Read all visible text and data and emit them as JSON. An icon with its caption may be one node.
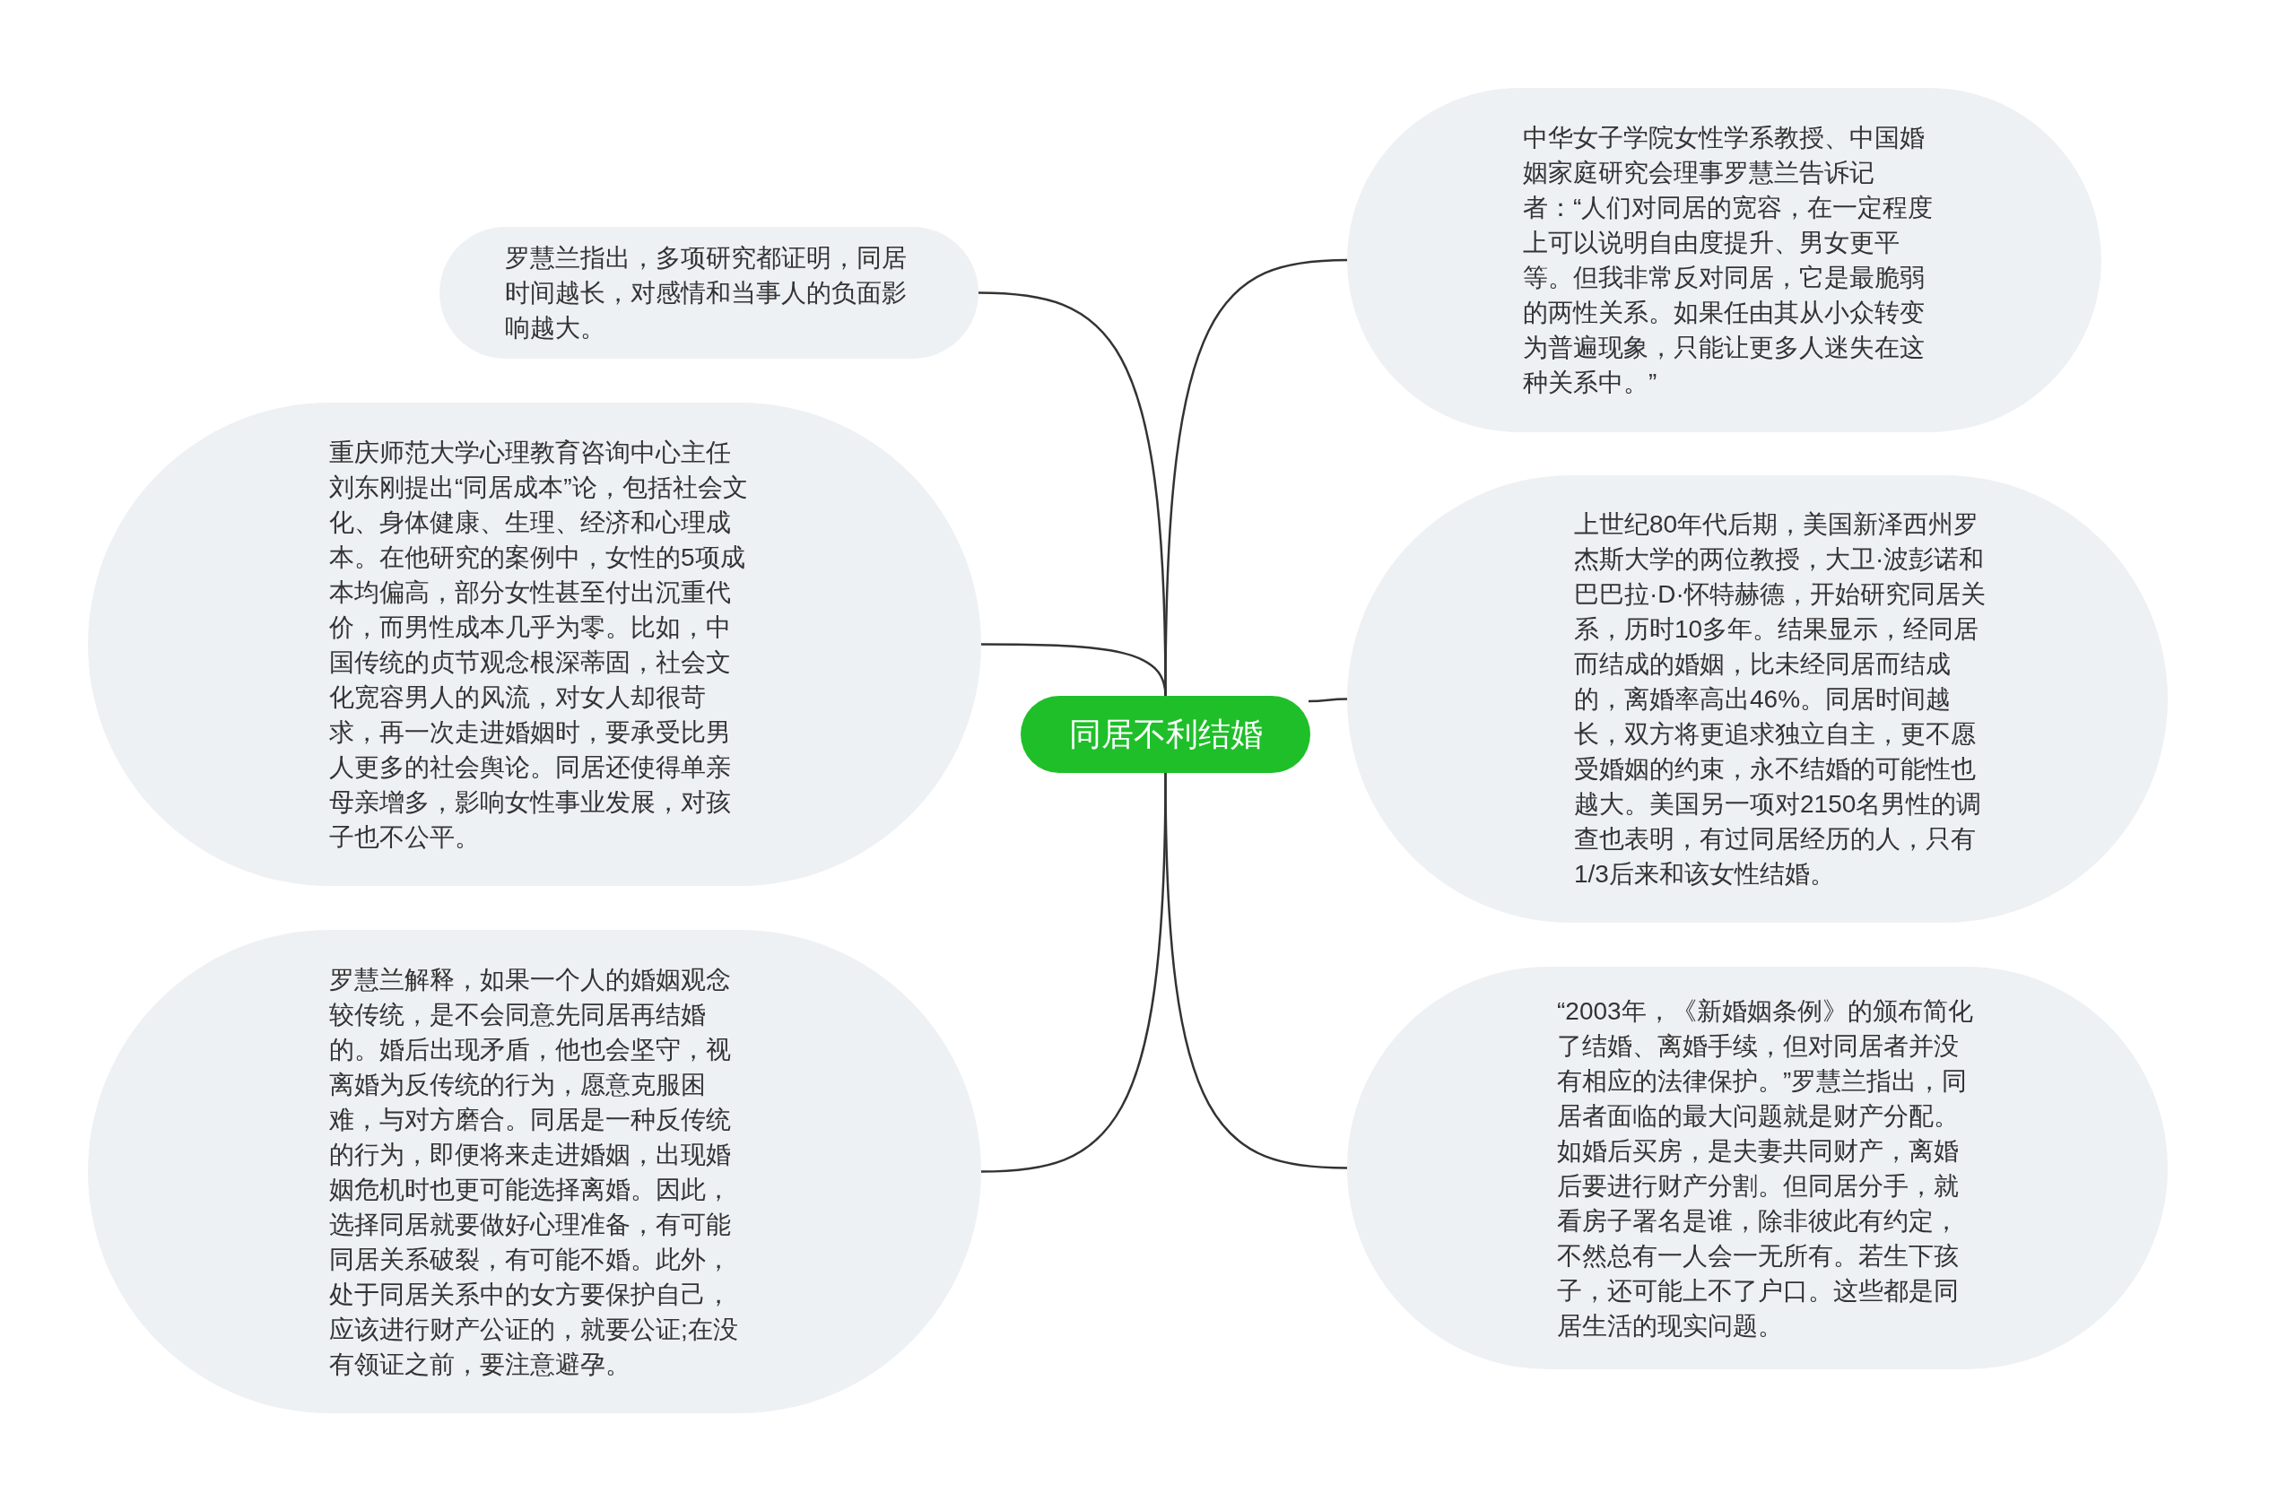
{
  "diagram": {
    "nodes": [
      {
        "text": [
          "同居不利结婚"
        ]
      },
      {
        "text": [
          "罗慧兰指出，多项研究都证明，同居时间越长，对感情和当事人的负面影响越大。"
        ]
      },
      {
        "text": [
          "重庆师范大学心理教育咨询中心主任刘东刚提出“同居成本”论，包括社会文化、身体健康、生理、经济和心理成本。在他研究的案例中，女性的5项成本均偏高，部分女性甚至付出沉重代价，而男性成本几乎为零。比如，中国传统的贞节观念根深蒂固，社会文化宽容男人的风流，对女人却很苛求，再一次走进婚姻时，要承受比男人更多的社会舆论。同居还使得单亲母亲增多，影响女性事业发展，对孩子也不公平。"
        ]
      },
      {
        "text": [
          "罗慧兰解释，如果一个人的婚姻观念较传统，是不会同意先同居再结婚的。婚后出现矛盾，他也会坚守，视离婚为反传统的行为，愿意克服困难，与对方磨合。同居是一种反传统的行为，即便将来走进婚姻，出现婚姻危机时也更可能选择离婚。因此，选择同居就要做好心理准备，有可能同居关系破裂，有可能不婚。此外，处于同居关系中的女方要保护自己，应该进行财产公证的，就要公证;在没有领证之前，要注意避孕。"
        ]
      },
      {
        "text": [
          "中华女子学院女性学系教授、中国婚姻家庭研究会理事罗慧兰告诉记者：“人们对同居的宽容，在一定程度上可以说明自由度提升、男女更平等。但我非常反对同居，它是最脆弱的两性关系。如果任由其从小众转变为普遍现象，只能让更多人迷失在这种关系中。”"
        ]
      },
      {
        "text": [
          "上世纪80年代后期，美国新泽西州罗杰斯大学的两位教授，大卫·波彭诺和巴巴拉·D·怀特赫德，开始研究同居关系，历时10多年。结果显示，经同居而结成的婚姻，比未经同居而结成的，离婚率高出46%。同居时间越长，双方将更追求独立自主，更不愿受婚姻的约束，永不结婚的可能性也越大。美国另一项对2150名男性的调查也表明，有过同居经历的人，只有1/3后来和该女性结婚。"
        ]
      },
      {
        "text": [
          "“2003年，《新婚姻条例》的颁布简化了结婚、离婚手续，但对同居者并没有相应的法律保护。”罗慧兰指出，同居者面临的最大问题就是财产分配。如婚后买房，是夫妻共同财产，离婚后要进行财产分割。但同居分手，就看房子署名是谁，除非彼此有约定，不然总有一人会一无所有。若生下孩子，还可能上不了户口。这些都是同居生活的现实问题。"
        ]
      }
    ],
    "edges": [
      {
        "from": 0,
        "to": 1,
        "arrow": "none"
      },
      {
        "from": 0,
        "to": 2,
        "arrow": "none"
      },
      {
        "from": 0,
        "to": 3,
        "arrow": "none"
      },
      {
        "from": 0,
        "to": 4,
        "arrow": "none"
      },
      {
        "from": 0,
        "to": 5,
        "arrow": "none"
      },
      {
        "from": 0,
        "to": 6,
        "arrow": "none"
      }
    ]
  }
}
